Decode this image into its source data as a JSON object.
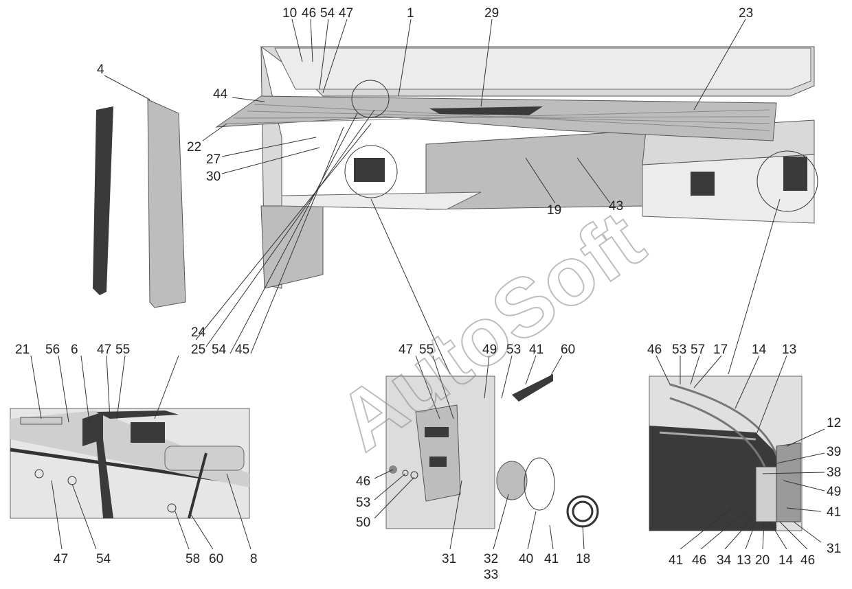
{
  "watermark": "AutoSoft",
  "callouts": {
    "c10": "10",
    "c46a": "46",
    "c54a": "54",
    "c47a": "47",
    "c1": "1",
    "c29": "29",
    "c23": "23",
    "c4": "4",
    "c44": "44",
    "c22": "22",
    "c27": "27",
    "c30": "30",
    "c19": "19",
    "c43": "43",
    "c24": "24",
    "c25": "25",
    "c54b": "54",
    "c45": "45",
    "c21": "21",
    "c56": "56",
    "c6": "6",
    "c47b": "47",
    "c55a": "55",
    "c47c": "47",
    "c54c": "54",
    "c58": "58",
    "c60a": "60",
    "c8": "8",
    "c47d": "47",
    "c55b": "55",
    "c49a": "49",
    "c53a": "53",
    "c41a": "41",
    "c60b": "60",
    "c46b": "46",
    "c53b": "53",
    "c50": "50",
    "c31a": "31",
    "c32": "32",
    "c33": "33",
    "c40": "40",
    "c41b": "41",
    "c18": "18",
    "c46c": "46",
    "c53c": "53",
    "c57": "57",
    "c17": "17",
    "c14a": "14",
    "c13a": "13",
    "c12": "12",
    "c39": "39",
    "c38": "38",
    "c49b": "49",
    "c41c": "41",
    "c31b": "31",
    "c41d": "41",
    "c46d": "46",
    "c34": "34",
    "c13b": "13",
    "c20": "20",
    "c14b": "14",
    "c46e": "46"
  }
}
